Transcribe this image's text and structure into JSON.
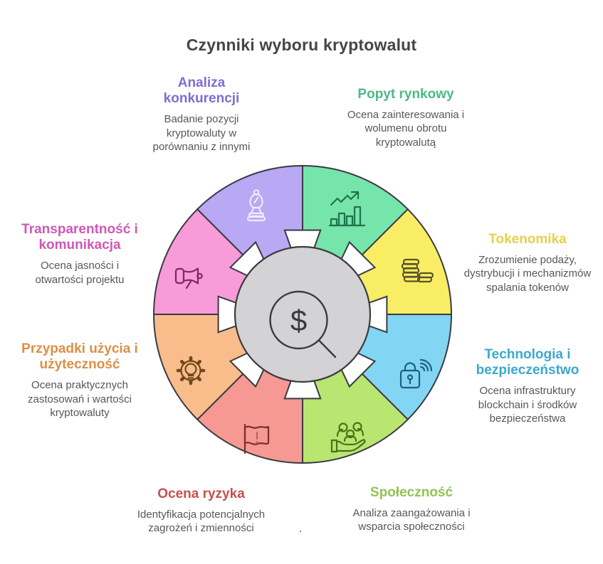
{
  "title": "Czynniki wyboru kryptowalut",
  "stray_mark": ".",
  "wheel": {
    "center_symbol": "$",
    "center_fill": "#d3d3d6",
    "outline_color": "#3a3a42",
    "divider_fill": "#ffffff"
  },
  "factors": [
    {
      "id": "analiza-konkurencji",
      "label": "Analiza konkurencji",
      "description": "Badanie pozycji kryptowaluty w porównaniu z innymi",
      "title_color": "#7f6dd2",
      "segment_color": "#b9a8f4",
      "icon": "chess-bishop",
      "icon_color": "#efeafd",
      "segment_index": 7
    },
    {
      "id": "popyt-rynkowy",
      "label": "Popyt rynkowy",
      "description": "Ocena zainteresowania i wolumenu obrotu kryptowalutą",
      "title_color": "#4cba87",
      "segment_color": "#76e5ab",
      "icon": "trend-chart",
      "icon_color": "#20714d",
      "segment_index": 0
    },
    {
      "id": "tokenomika",
      "label": "Tokenomika",
      "description": "Zrozumienie podaży, dystrybucji i mechanizmów spalania tokenów",
      "title_color": "#e3d24b",
      "segment_color": "#f8ed65",
      "icon": "coin-stacks",
      "icon_color": "#595325",
      "segment_index": 1
    },
    {
      "id": "technologia-i-bezpieczenstwo",
      "label": "Technologia i bezpieczeństwo",
      "description": "Ocena infrastruktury blockchain i środków bezpieczeństwa",
      "title_color": "#3aa8cd",
      "segment_color": "#82d6f4",
      "icon": "lock-signal",
      "icon_color": "#1f5f7d",
      "segment_index": 2
    },
    {
      "id": "spolecznosc",
      "label": "Społeczność",
      "description": "Analiza zaangażowania i wsparcia społeczności",
      "title_color": "#93c153",
      "segment_color": "#b9e571",
      "icon": "community-hand",
      "icon_color": "#477418",
      "segment_index": 3
    },
    {
      "id": "ocena-ryzyka",
      "label": "Ocena ryzyka",
      "description": "Identyfikacja potencjalnych zagrożeń i zmienności",
      "title_color": "#c94f4b",
      "segment_color": "#f59992",
      "icon": "warning-flag",
      "icon_color": "#7e302d",
      "segment_index": 4
    },
    {
      "id": "przypadki-uzycia-i-uzytecznosc",
      "label": "Przypadki użycia i użyteczność",
      "description": "Ocena praktycznych zastosowań i wartości kryptowaluty",
      "title_color": "#dc8f46",
      "segment_color": "#f8bd8a",
      "icon": "gear-bulb",
      "icon_color": "#6f481c",
      "segment_index": 5
    },
    {
      "id": "transparentnosc-i-komunikacja",
      "label": "Transparentność i komunikacja",
      "description": "Ocena jasności i otwartości projektu",
      "title_color": "#cf58b6",
      "segment_color": "#f79bd9",
      "icon": "megaphone",
      "icon_color": "#7c2960",
      "segment_index": 6
    }
  ]
}
